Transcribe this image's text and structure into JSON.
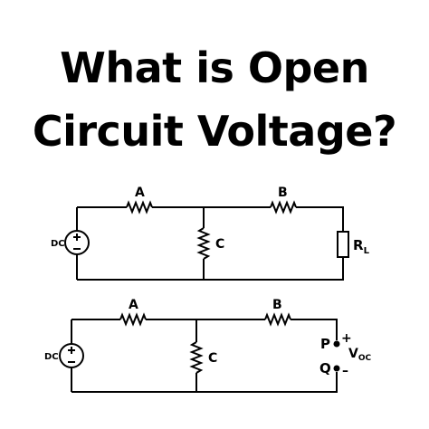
{
  "title": {
    "line1": "What is Open",
    "line2": "Circuit Voltage?"
  },
  "circuit_top": {
    "source_label": "DC",
    "resistor_a_label": "A",
    "resistor_b_label": "B",
    "capacitor_label": "C",
    "load_label_main": "R",
    "load_label_sub": "L"
  },
  "circuit_bottom": {
    "source_label": "DC",
    "resistor_a_label": "A",
    "resistor_b_label": "B",
    "capacitor_label": "C",
    "terminal_p_label": "P",
    "terminal_q_label": "Q",
    "plus_label": "+",
    "minus_label": "–",
    "voltage_label_main": "V",
    "voltage_label_sub": "OC"
  },
  "colors": {
    "ink": "#000000",
    "background": "#ffffff"
  }
}
